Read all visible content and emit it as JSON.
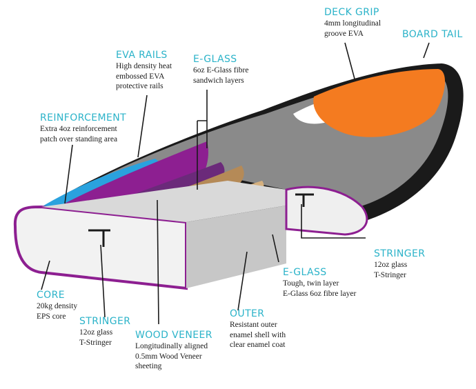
{
  "colors": {
    "label": "#2bb3c9",
    "text": "#1a1a1a",
    "deck_grip": "#f47b20",
    "outer_enamel": "#1a1a1a",
    "deck": "#8a8a8a",
    "core": "#f2f2f2",
    "eva_rails": "#8d1f91",
    "reinforcement": "#2aa2de",
    "wood_veneer": "#b58a57"
  },
  "labels": {
    "deck_grip": {
      "title": "DECK GRIP",
      "lines": [
        "4mm longitudinal",
        "groove EVA"
      ]
    },
    "board_tail": {
      "title": "BOARD TAIL",
      "lines": []
    },
    "eva_rails": {
      "title": "EVA RAILS",
      "lines": [
        "High density heat",
        "embossed EVA",
        "protective rails"
      ]
    },
    "e_glass_top": {
      "title": "E-GLASS",
      "lines": [
        "6oz E-Glass fibre",
        "sandwich layers"
      ]
    },
    "reinforcement": {
      "title": "REINFORCEMENT",
      "lines": [
        "Extra 4oz reinforcement",
        "patch over standing area"
      ]
    },
    "stringer_right": {
      "title": "STRINGER",
      "lines": [
        "12oz glass",
        "T-Stringer"
      ]
    },
    "e_glass_bottom": {
      "title": "E-GLASS",
      "lines": [
        "Tough, twin layer",
        "E-Glass 6oz fibre layer"
      ]
    },
    "core": {
      "title": "CORE",
      "lines": [
        "20kg density",
        "EPS core"
      ]
    },
    "stringer_left": {
      "title": "STRINGER",
      "lines": [
        "12oz glass",
        "T-Stringer"
      ]
    },
    "wood_veneer": {
      "title": "WOOD VENEER",
      "lines": [
        "Longitudinally aligned",
        "0.5mm Wood Veneer",
        "sheeting"
      ]
    },
    "outer": {
      "title": "OUTER",
      "lines": [
        "Resistant outer",
        "enamel shell with",
        "clear enamel coat"
      ]
    }
  }
}
